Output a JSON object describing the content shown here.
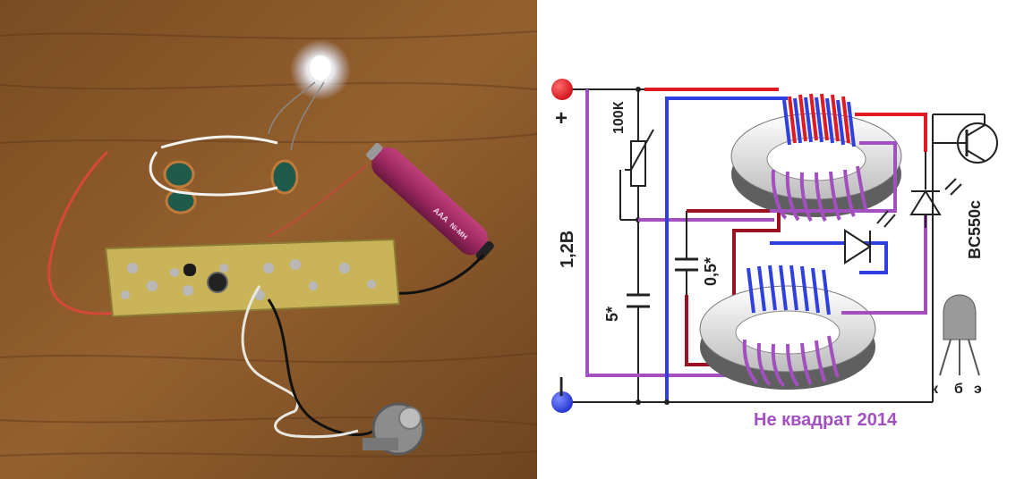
{
  "photo": {
    "battery_text_1": "AAA",
    "battery_text_2": "Ni-MH"
  },
  "schematic": {
    "plus_sign": "+",
    "minus_sign": "|",
    "voltage_label": "1,2В",
    "resistor_label": "100К",
    "cap_top_label": "0,5*",
    "cap_bottom_label": "5*",
    "transistor_label": "BC550c",
    "pin_k": "к",
    "pin_b": "б",
    "pin_e": "э",
    "footer_label": "Не квадрат 2014"
  },
  "colors": {
    "background": "#ffffff",
    "wood": "#8a5a2a",
    "terminal_plus": "#e0141e",
    "terminal_minus": "#3344dd",
    "wire_red": "#e01a22",
    "wire_blue": "#2f3fe0",
    "wire_purple": "#a24fbf",
    "wire_darkred": "#9a1020",
    "footer_text": "#a24fbf",
    "text": "#222222"
  }
}
